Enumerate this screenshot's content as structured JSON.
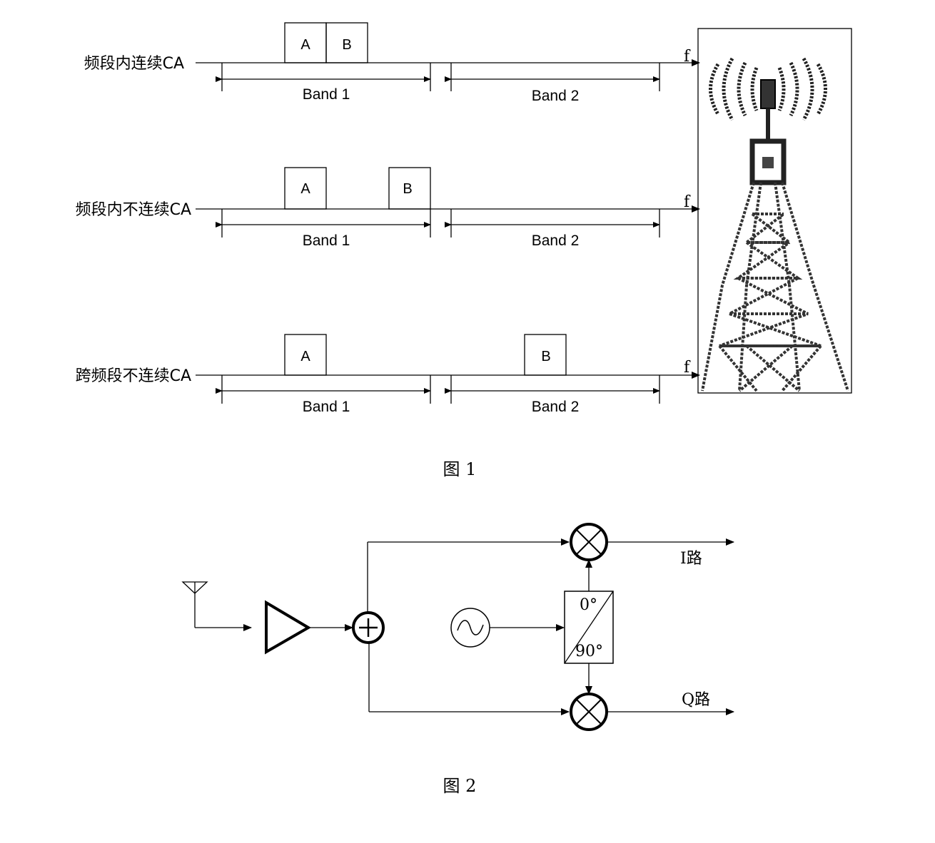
{
  "figure1": {
    "caption": "图 1",
    "axis_label": "f",
    "rows": [
      {
        "label": "频段内连续CA",
        "box_a": "A",
        "box_b": "B",
        "band1": "Band 1",
        "band2": "Band 2"
      },
      {
        "label": "频段内不连续CA",
        "box_a": "A",
        "box_b": "B",
        "band1": "Band 1",
        "band2": "Band 2"
      },
      {
        "label": "跨频段不连续CA",
        "box_a": "A",
        "box_b": "B",
        "band1": "Band 1",
        "band2": "Band 2"
      }
    ]
  },
  "figure2": {
    "caption": "图 2",
    "phase_top": "0°",
    "phase_bottom": "90°",
    "output_i": "I路",
    "output_q": "Q路",
    "icons": {
      "antenna": "antenna-icon",
      "amplifier": "amplifier-triangle-icon",
      "adder": "adder-plus-icon",
      "oscillator": "oscillator-sine-icon",
      "mixer": "mixer-x-icon",
      "tower": "cell-tower-icon"
    }
  }
}
